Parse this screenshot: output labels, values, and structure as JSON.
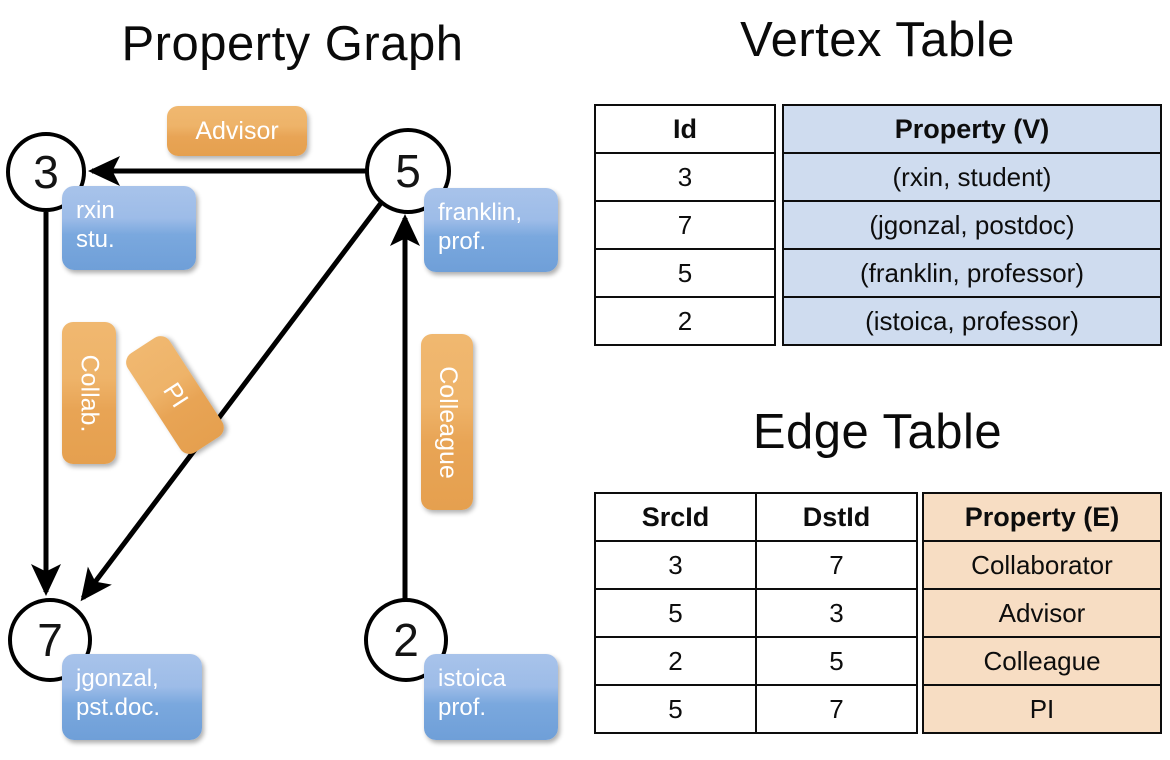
{
  "titles": {
    "property_graph": "Property Graph",
    "vertex_table": "Vertex Table",
    "edge_table": "Edge Table"
  },
  "graph": {
    "nodes": [
      {
        "id": "3",
        "label": "3",
        "property_line1": "rxin",
        "property_line2": "stu."
      },
      {
        "id": "5",
        "label": "5",
        "property_line1": "franklin,",
        "property_line2": "prof."
      },
      {
        "id": "7",
        "label": "7",
        "property_line1": "jgonzal,",
        "property_line2": "pst.doc."
      },
      {
        "id": "2",
        "label": "2",
        "property_line1": "istoica",
        "property_line2": "prof."
      }
    ],
    "edge_labels": [
      {
        "name": "advisor",
        "text": "Advisor"
      },
      {
        "name": "collab",
        "text": "Collab."
      },
      {
        "name": "pi",
        "text": "PI"
      },
      {
        "name": "colleague",
        "text": "Colleague"
      }
    ],
    "colors": {
      "vertex_property_box": "#8fb4e3",
      "edge_label_box": "#eaa85c",
      "node_stroke": "#000000",
      "arrow": "#000000"
    }
  },
  "vertex_table": {
    "headers": [
      "Id",
      "Property (V)"
    ],
    "rows": [
      {
        "id": "3",
        "property": "(rxin, student)"
      },
      {
        "id": "7",
        "property": "(jgonzal, postdoc)"
      },
      {
        "id": "5",
        "property": "(franklin, professor)"
      },
      {
        "id": "2",
        "property": "(istoica, professor)"
      }
    ],
    "colors": {
      "header_fill": "#cfdcef",
      "body_fill": "#cfdcef",
      "id_fill": "#ffffff"
    }
  },
  "edge_table": {
    "headers": [
      "SrcId",
      "DstId",
      "Property (E)"
    ],
    "rows": [
      {
        "src": "3",
        "dst": "7",
        "property": "Collaborator"
      },
      {
        "src": "5",
        "dst": "3",
        "property": "Advisor"
      },
      {
        "src": "2",
        "dst": "5",
        "property": "Colleague"
      },
      {
        "src": "5",
        "dst": "7",
        "property": "PI"
      }
    ],
    "colors": {
      "property_fill": "#f7ddc3",
      "id_fill": "#ffffff"
    }
  }
}
